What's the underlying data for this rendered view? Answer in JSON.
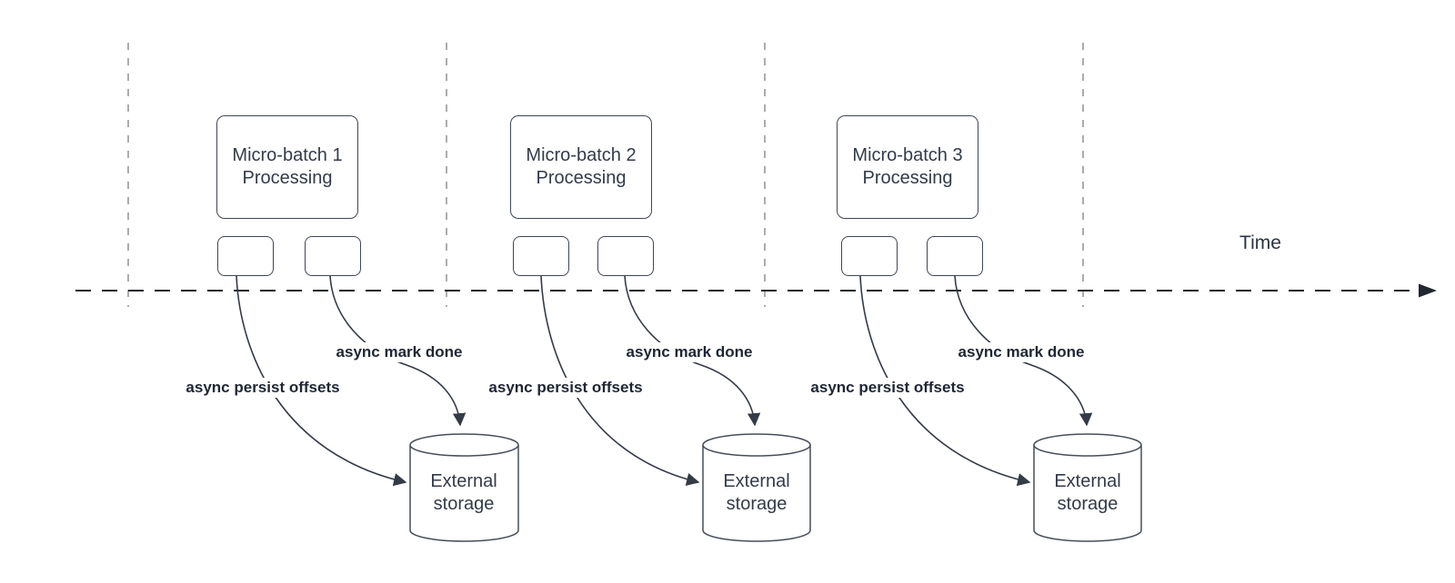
{
  "title": "Micro-batch async offset persistence timeline",
  "colors": {
    "background": "#ffffff",
    "shape_stroke": "#3f4754",
    "arrow_stroke": "#343b46",
    "axis_stroke": "#1d2127",
    "gridline_gray": "#98989d",
    "text_dark": "#333b49",
    "label_bold": "#1f2633"
  },
  "time_axis": {
    "label": "Time"
  },
  "groups": [
    {
      "box_label": "Micro-batch 1 Processing",
      "persist_label": "async persist offsets",
      "done_label": "async mark done",
      "storage_label": "External storage"
    },
    {
      "box_label": "Micro-batch 2 Processing",
      "persist_label": "async persist offsets",
      "done_label": "async mark done",
      "storage_label": "External storage"
    },
    {
      "box_label": "Micro-batch 3 Processing",
      "persist_label": "async persist offsets",
      "done_label": "async mark done",
      "storage_label": "External storage"
    }
  ]
}
